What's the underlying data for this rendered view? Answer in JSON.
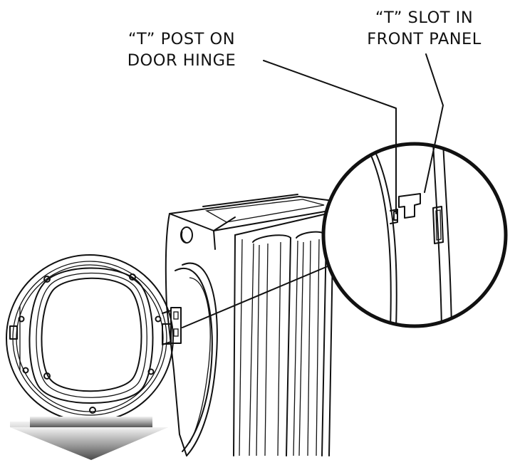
{
  "labels": {
    "t_post": [
      "“T” POST ON",
      "DOOR HINGE"
    ],
    "t_slot": [
      "“T” SLOT IN",
      "FRONT PANEL"
    ]
  },
  "icons": {
    "arrow": "down-left-arrow-icon"
  },
  "colors": {
    "line": "#111111",
    "background": "#ffffff",
    "arrow_dark": "#5a5a5a",
    "arrow_light": "#eeeeee"
  }
}
